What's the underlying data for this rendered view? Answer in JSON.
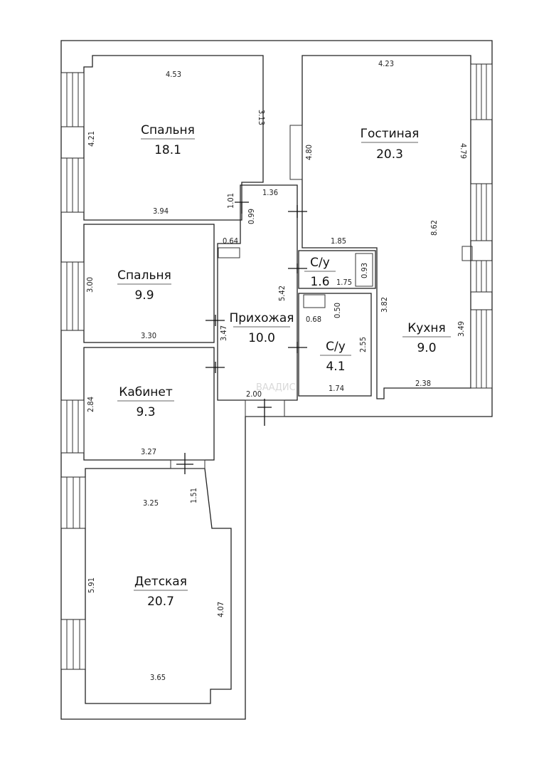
{
  "rooms": {
    "bedroom1": {
      "name": "Спальня",
      "area": "18.1"
    },
    "bedroom2": {
      "name": "Спальня",
      "area": "9.9"
    },
    "living": {
      "name": "Гостиная",
      "area": "20.3"
    },
    "hall": {
      "name": "Прихожая",
      "area": "10.0"
    },
    "wc1": {
      "name": "С/у",
      "area": "1.6"
    },
    "wc2": {
      "name": "С/у",
      "area": "4.1"
    },
    "kitchen": {
      "name": "Кухня",
      "area": "9.0"
    },
    "office": {
      "name": "Кабинет",
      "area": "9.3"
    },
    "kids": {
      "name": "Детская",
      "area": "20.7"
    }
  },
  "dimensions": {
    "d_453": "4.53",
    "d_313": "3.13",
    "d_421": "4.21",
    "d_394": "3.94",
    "d_101": "1.01",
    "d_136": "1.36",
    "d_099": "0.99",
    "d_064": "0.64",
    "d_300": "3.00",
    "d_330": "3.30",
    "d_423": "4.23",
    "d_480": "4.80",
    "d_479": "4.79",
    "d_862": "8.62",
    "d_185": "1.85",
    "d_175": "1.75",
    "d_093": "0.93",
    "d_542": "5.42",
    "d_347": "3.47",
    "d_050": "0.50",
    "d_068": "0.68",
    "d_255": "2.55",
    "d_174": "1.74",
    "d_382": "3.82",
    "d_349": "3.49",
    "d_238": "2.38",
    "d_284": "2.84",
    "d_327": "3.27",
    "d_200": "2.00",
    "d_325": "3.25",
    "d_151": "1.51",
    "d_591": "5.91",
    "d_407": "4.07",
    "d_365": "3.65"
  },
  "watermark": {
    "text": "ВААДИС"
  }
}
